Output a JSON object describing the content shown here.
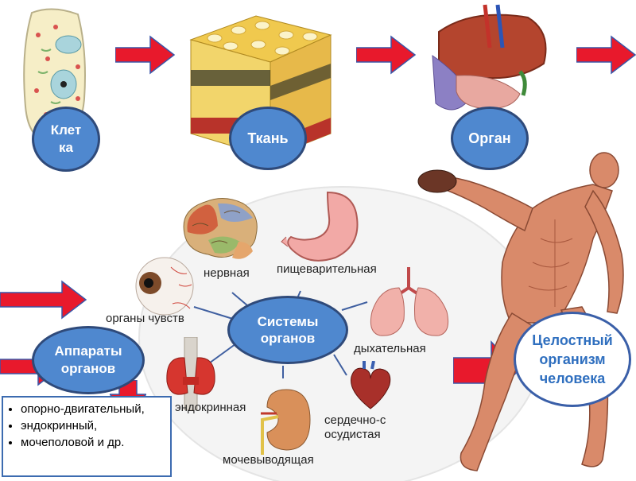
{
  "top_row": {
    "cell_label": "Клетка",
    "tissue_label": "Ткань",
    "organ_label": "Орган"
  },
  "center": {
    "systems_label": "Системы органов"
  },
  "systems": {
    "nervous": "нервная",
    "digestive": "пищеварительная",
    "sensory": "органы чувств",
    "respiratory": "дыхательная",
    "endocrine": "эндокринная",
    "cardiovascular": "сердечно-сосудистая",
    "urinary": "мочевыводящая"
  },
  "apparatus": {
    "label": "Аппараты органов",
    "items": [
      "опорно-двигательный,",
      "эндокринный,",
      "мочеполовой и др."
    ]
  },
  "organism_label": "Целостный организм человека",
  "colors": {
    "arrow_red": "#e8192c",
    "oval_blue": "#4f88cf",
    "oval_border": "#2f4a7a",
    "organism_text": "#2f6fbf"
  }
}
